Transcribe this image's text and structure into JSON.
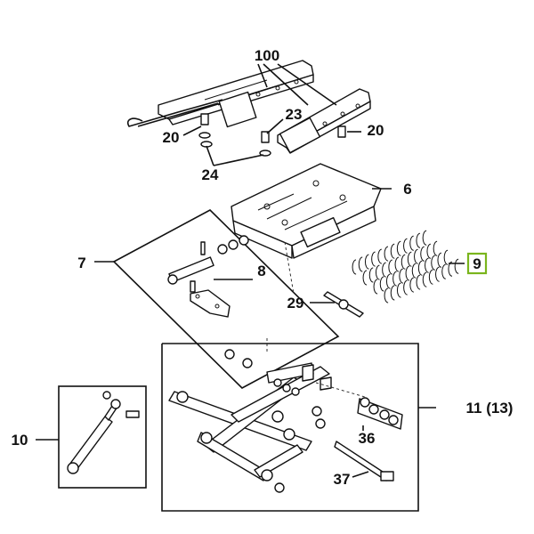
{
  "diagram": {
    "callouts": {
      "c100": "100",
      "c20a": "20",
      "c23": "23",
      "c20b": "20",
      "c24": "24",
      "c6": "6",
      "c7": "7",
      "c8": "8",
      "c9": "9",
      "c29": "29",
      "c10": "10",
      "c11": "11 (13)",
      "c36": "36",
      "c37": "37"
    },
    "highlight_color": "#7ab51d"
  }
}
